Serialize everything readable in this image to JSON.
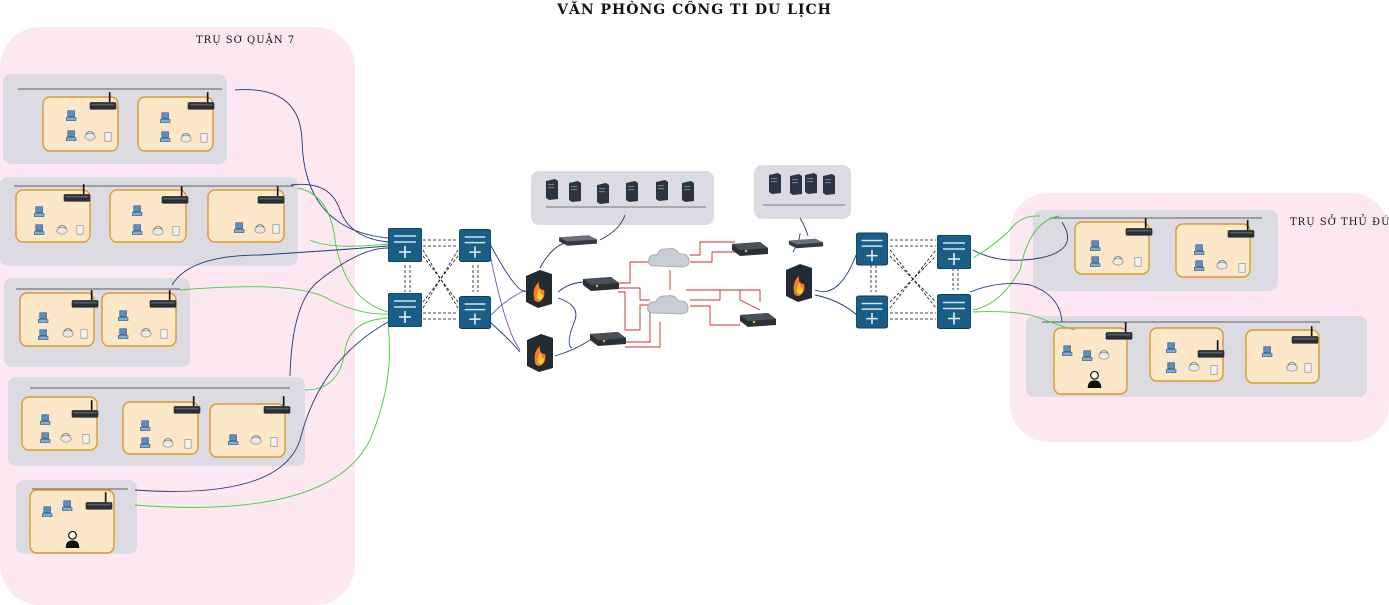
{
  "title": "VĂN PHÒNG CÔNG TI DU LỊCH",
  "sites": {
    "left": {
      "name": "TRỤ SƠ QUẬN 7"
    },
    "right": {
      "name": "TRỤ SỞ THỦ ĐỨC"
    }
  },
  "colors": {
    "site_bg": "#fde8f2",
    "floor_bg": "#dcdbe3",
    "room_bg": "#fde7c9",
    "room_border": "#d89a2a",
    "switch_blue": "#1a5d86",
    "link_navy": "#1f3a78",
    "link_green": "#3fcf3f",
    "link_red": "#cc2a2a",
    "firewall_red": "#c83a1a",
    "server_dark": "#2b3440",
    "cloud_grey": "#c9ced6"
  }
}
